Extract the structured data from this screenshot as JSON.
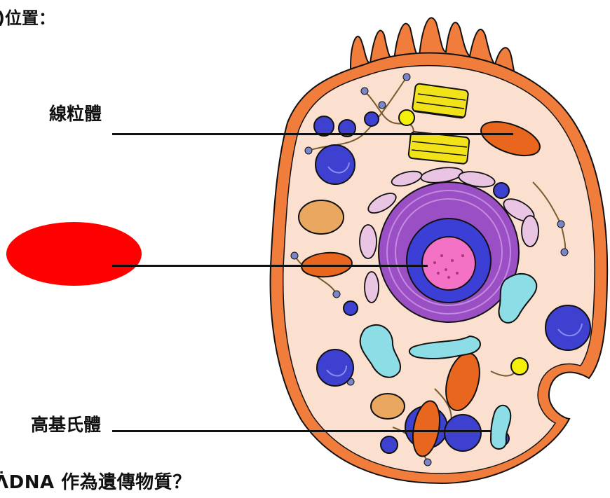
{
  "heading_fragment": ")位置：",
  "labels": {
    "mitochondrion": "線粒體",
    "golgi": "高基氏體"
  },
  "question_fragment": "ᐲDNA 作為遺傳物質？",
  "colors": {
    "cell_membrane": "#f07d3c",
    "cytoplasm": "#fbe0cf",
    "red_blob": "#ff0000",
    "nucleus_envelope": "#9a4fc4",
    "nucleus": "#3b3fd6",
    "nucleolus": "#f472c6",
    "mitochondria": "#e8661e",
    "golgi": "#eac4e3",
    "chloroplast_like_stacks": "#f2e21a",
    "lysosome": "#3e40cf",
    "vesicle": "#f4f00a",
    "er_tubules": "#8ddde7",
    "ribosome_stacks": "#e9a760"
  }
}
